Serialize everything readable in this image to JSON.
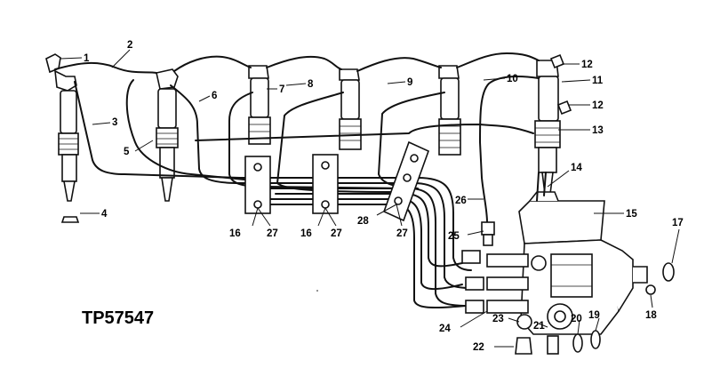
{
  "figure_id": "TP57547",
  "callouts": [
    "1",
    "2",
    "3",
    "4",
    "5",
    "6",
    "7",
    "8",
    "9",
    "10",
    "11",
    "12",
    "12",
    "13",
    "14",
    "15",
    "16",
    "27",
    "16",
    "27",
    "28",
    "27",
    "26",
    "25",
    "17",
    "18",
    "19",
    "20",
    "21",
    "22",
    "23",
    "24"
  ]
}
